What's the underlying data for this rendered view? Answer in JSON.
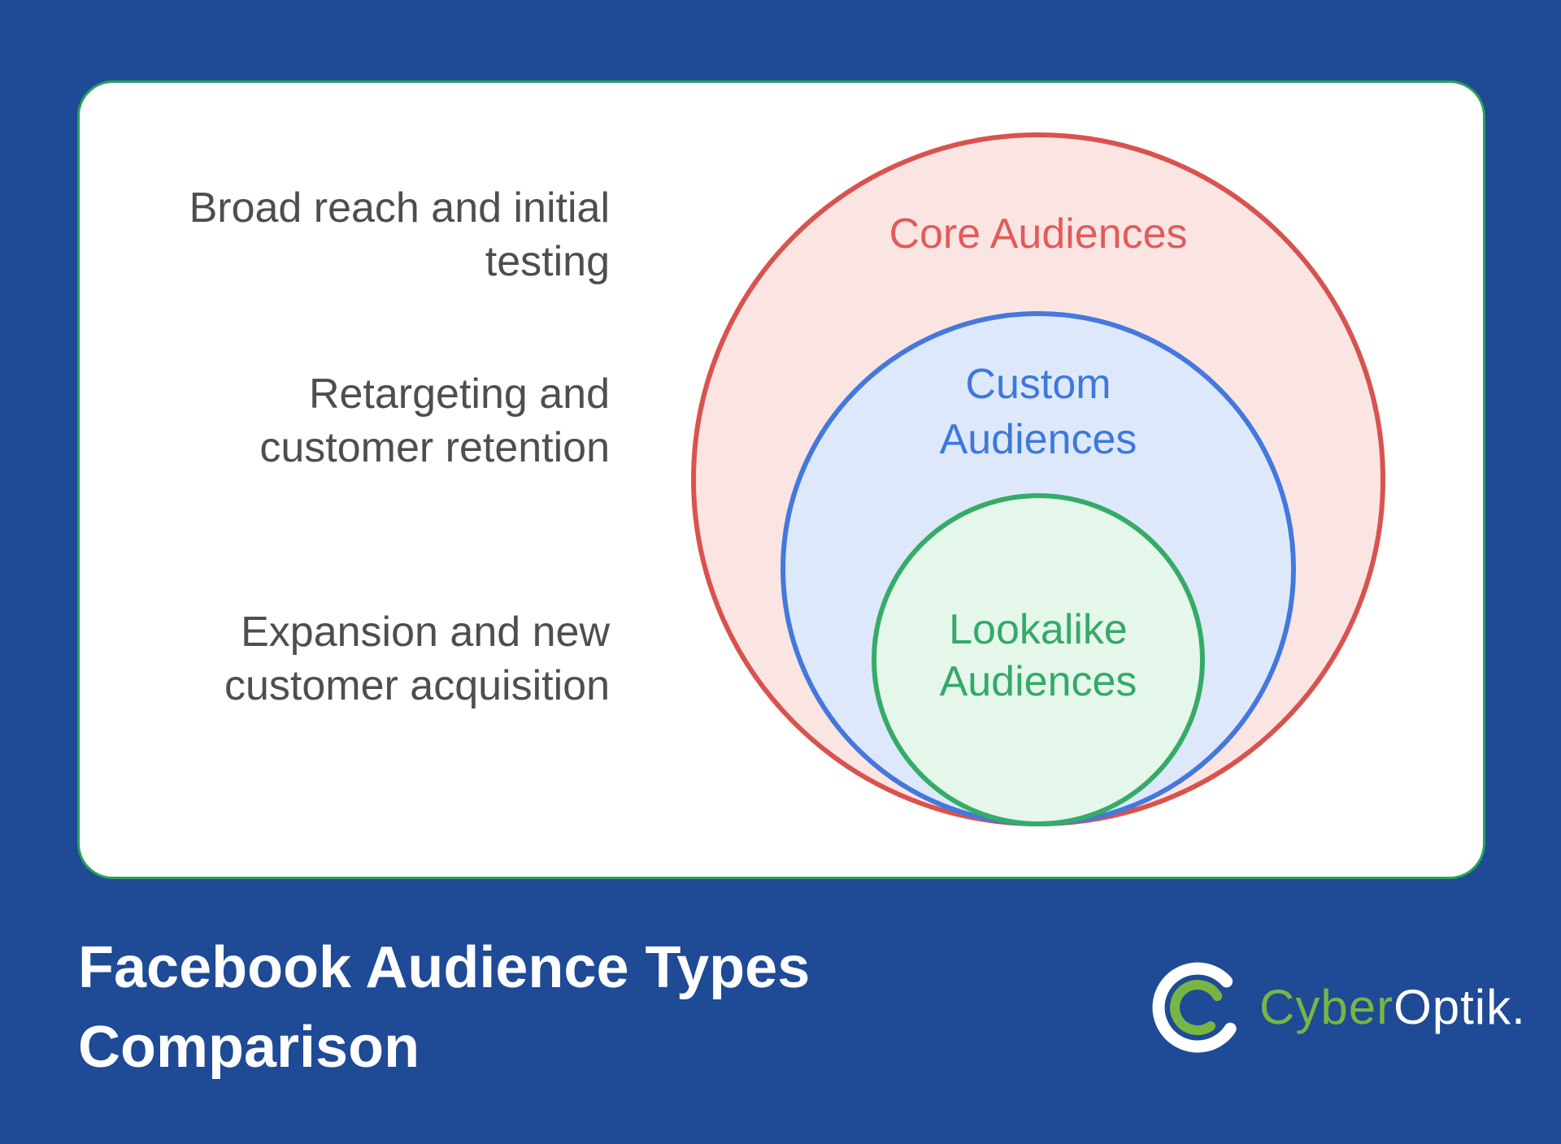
{
  "title": {
    "text": "Facebook Audience Types Comparison",
    "lines": [
      "Facebook Audience Types",
      "Comparison"
    ]
  },
  "side_labels": [
    {
      "text": "Broad reach and initial testing",
      "lines": [
        "Broad reach and initial",
        "testing"
      ]
    },
    {
      "text": "Retargeting and customer retention",
      "lines": [
        "Retargeting and",
        "customer retention"
      ]
    },
    {
      "text": "Expansion and new customer acquisition",
      "lines": [
        "Expansion and new",
        "customer acquisition"
      ]
    }
  ],
  "venn": {
    "type": "nested-circles",
    "circles": [
      {
        "name": "core",
        "label": "Core Audiences",
        "lines": [
          "Core Audiences"
        ],
        "stroke": "#d9534e",
        "fill": "#fbe5e3",
        "text_color": "#e05c5a",
        "description": "Broad reach and initial testing"
      },
      {
        "name": "custom",
        "label": "Custom Audiences",
        "lines": [
          "Custom",
          "Audiences"
        ],
        "stroke": "#4478dc",
        "fill": "#dde9fa",
        "text_color": "#3e78de",
        "description": "Retargeting and customer retention"
      },
      {
        "name": "lookalike",
        "label": "Lookalike Audiences",
        "lines": [
          "Lookalike",
          "Audiences"
        ],
        "stroke": "#36ab68",
        "fill": "#e5f6eb",
        "text_color": "#34a968",
        "description": "Expansion and new customer acquisition"
      }
    ]
  },
  "logo": {
    "brand": "CyberOptik.",
    "brand_part1": "Cyber",
    "brand_part2": "Optik.",
    "icon": "nested-c-rings-icon",
    "green": "#79b543"
  },
  "colors": {
    "background": "#1e4a96",
    "card_background": "#ffffff",
    "card_border": "#27a35a",
    "side_label_gray": "#4e4e4e",
    "title_white": "#ffffff"
  }
}
